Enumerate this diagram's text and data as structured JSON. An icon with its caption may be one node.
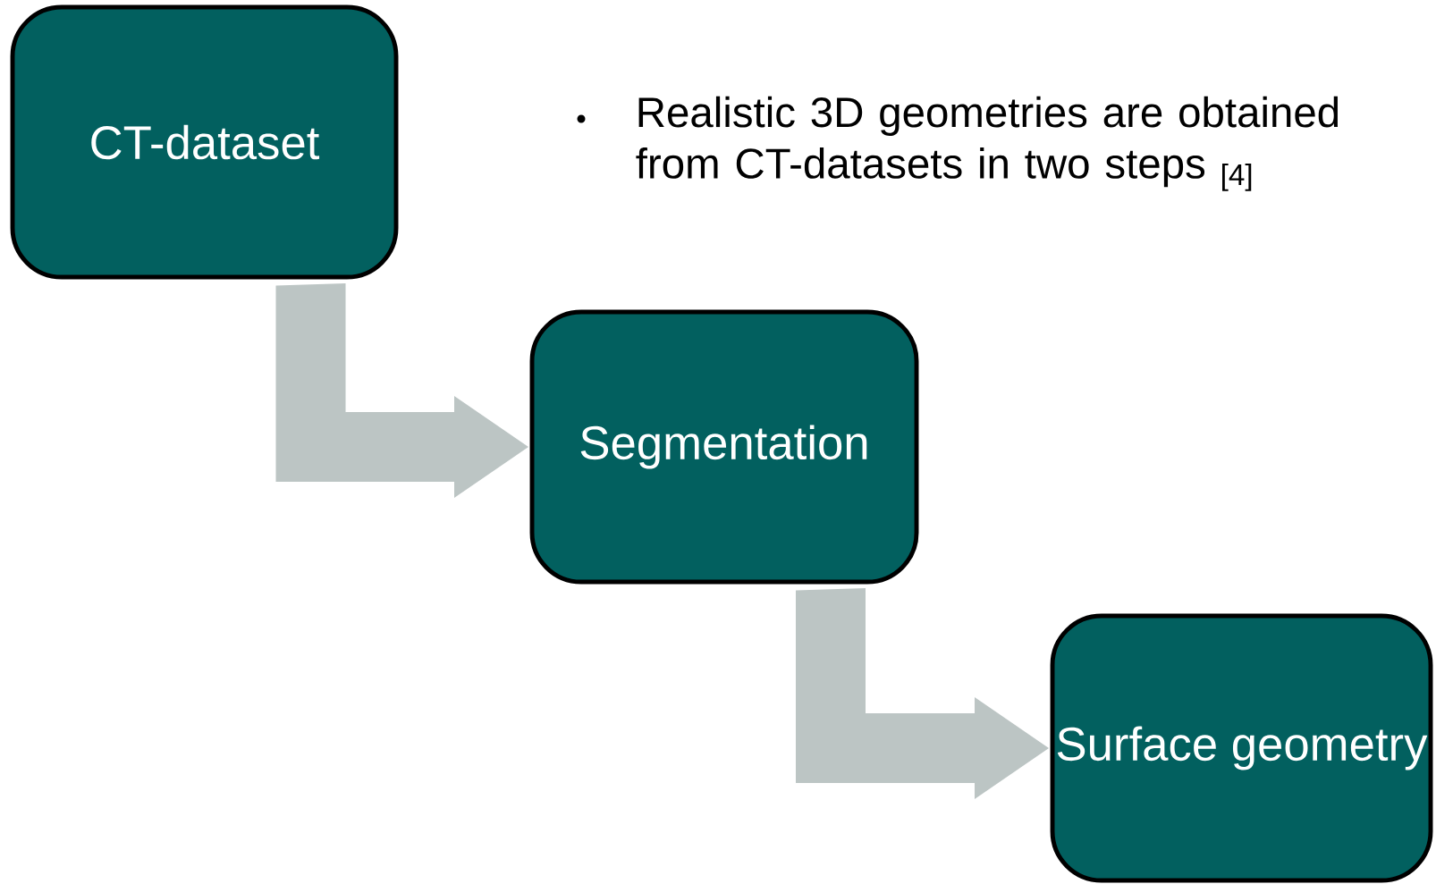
{
  "diagram": {
    "nodes": [
      {
        "text": [
          "CT-dataset"
        ]
      },
      {
        "text": [
          "Segmentation"
        ]
      },
      {
        "text": [
          "Surface geometry"
        ]
      }
    ],
    "edges": [
      {
        "from": 0,
        "to": 1,
        "arrow": "to"
      },
      {
        "from": 1,
        "to": 2,
        "arrow": "to"
      }
    ],
    "labels": [
      "Realistic 3D geometries are obtained from CT-datasets in two steps $_{[4]}$"
    ]
  }
}
